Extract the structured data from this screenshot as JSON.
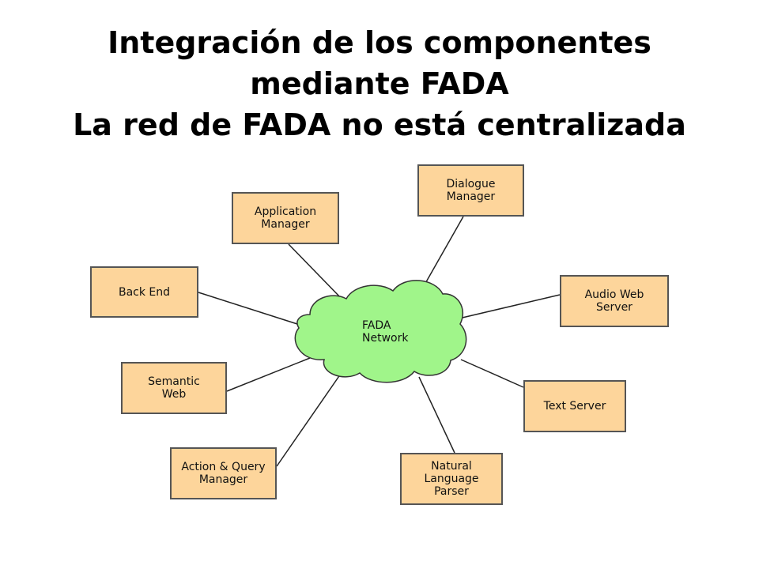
{
  "title": {
    "line1": "Integración de los componentes",
    "line2": "mediante  FADA",
    "line3": "La red de FADA no está centralizada"
  },
  "network": {
    "label": "FADA\nNetwork",
    "color": "#a0f58a"
  },
  "nodes": {
    "dialogue_manager": "Dialogue\nManager",
    "application_manager": "Application\nManager",
    "back_end": "Back End",
    "audio_web_server": "Audio Web\nServer",
    "semantic_web": "Semantic\nWeb",
    "text_server": "Text Server",
    "action_query_manager": "Action & Query\nManager",
    "natural_language_parser": "Natural\nLanguage\nParser"
  },
  "colors": {
    "box_fill": "#fdd59b",
    "box_border": "#555555",
    "line": "#222222"
  }
}
